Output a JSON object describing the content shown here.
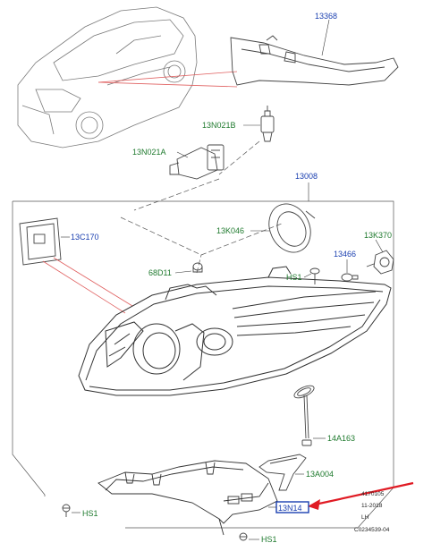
{
  "callouts": {
    "c13368": "13368",
    "c13N021B": "13N021B",
    "c13N021A": "13N021A",
    "c13008": "13008",
    "c13C170": "13C170",
    "c13K046": "13K046",
    "c13K370": "13K370",
    "c13466": "13466",
    "c68D11": "68D11",
    "cHS1_upper": "HS1",
    "c14A163": "14A163",
    "c13A004": "13A004",
    "c13N14x": "13N14",
    "cHS1_left": "HS1",
    "cHS1_bottom": "HS1"
  },
  "meta": {
    "line1": "4170105",
    "line2": "11-2018",
    "line3": "LH",
    "line4": "C0234539-04"
  },
  "colors": {
    "blue_label": "#1a3fb0",
    "green_label": "#1f7a2e",
    "highlight_box": "#1a3fb0",
    "red_arrow": "#e01b24",
    "callout_line_red": "#e06060"
  }
}
